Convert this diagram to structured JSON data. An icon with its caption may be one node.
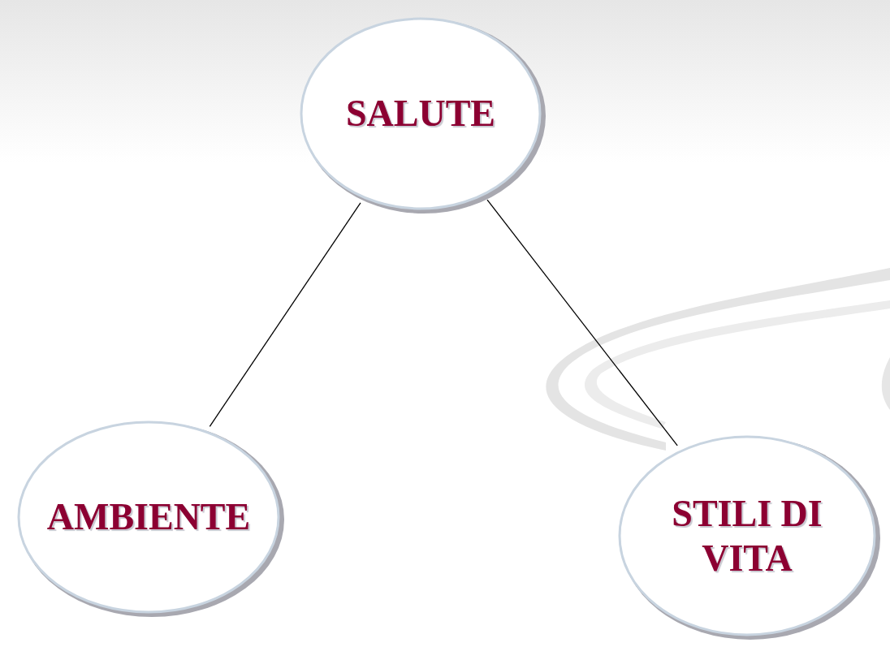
{
  "diagram": {
    "nodes": [
      {
        "text": [
          "SALUTE"
        ]
      },
      {
        "text": [
          "AMBIENTE"
        ]
      },
      {
        "text": [
          "STILI DI VITA"
        ]
      }
    ],
    "edges": [
      {
        "from": 0,
        "to": 1,
        "arrow": "none"
      },
      {
        "from": 0,
        "to": 2,
        "arrow": "none"
      }
    ]
  }
}
